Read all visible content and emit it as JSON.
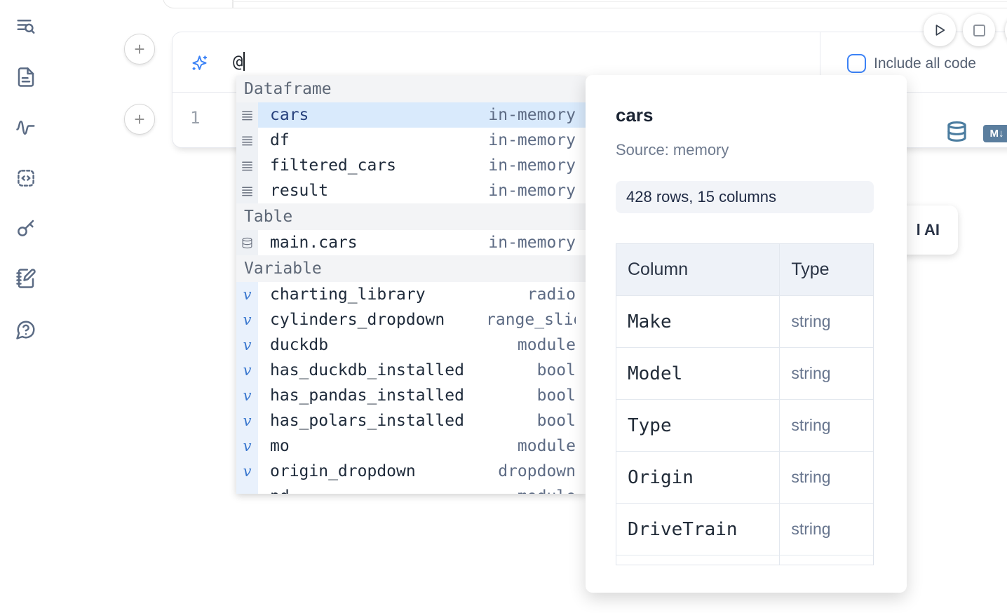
{
  "sidebar": {
    "items": [
      {
        "icon": "toc-search-icon"
      },
      {
        "icon": "file-text-icon"
      },
      {
        "icon": "activity-icon"
      },
      {
        "icon": "code-block-icon"
      },
      {
        "icon": "key-icon"
      },
      {
        "icon": "scratchpad-icon"
      },
      {
        "icon": "help-icon"
      }
    ]
  },
  "toolbar": {
    "run_icon": "play-icon",
    "stop_icon": "stop-icon"
  },
  "add_cell_label": "+",
  "prompt": {
    "value": "@"
  },
  "include_all_code": {
    "label": "Include all code",
    "checked": false
  },
  "cell": {
    "line_number": "1",
    "datasource_icon": "database-icon",
    "markdown_badge": "M↓"
  },
  "autocomplete": {
    "sections": [
      {
        "label": "Dataframe",
        "icon": "dataframe-rows-icon",
        "items": [
          {
            "name": "cars",
            "type": "in-memory",
            "selected": true
          },
          {
            "name": "df",
            "type": "in-memory"
          },
          {
            "name": "filtered_cars",
            "type": "in-memory"
          },
          {
            "name": "result",
            "type": "in-memory"
          }
        ]
      },
      {
        "label": "Table",
        "icon": "database-icon",
        "items": [
          {
            "name": "main.cars",
            "type": "in-memory"
          }
        ]
      },
      {
        "label": "Variable",
        "icon": "variable-icon",
        "items": [
          {
            "name": "charting_library",
            "type": "radio"
          },
          {
            "name": "cylinders_dropdown",
            "type": "range_slider"
          },
          {
            "name": "duckdb",
            "type": "module"
          },
          {
            "name": "has_duckdb_installed",
            "type": "bool"
          },
          {
            "name": "has_pandas_installed",
            "type": "bool"
          },
          {
            "name": "has_polars_installed",
            "type": "bool"
          },
          {
            "name": "mo",
            "type": "module"
          },
          {
            "name": "origin_dropdown",
            "type": "dropdown"
          },
          {
            "name": "pd",
            "type": "module",
            "partial": true
          }
        ]
      }
    ]
  },
  "preview": {
    "title": "cars",
    "source": "Source: memory",
    "shape": "428 rows, 15 columns",
    "table": {
      "headers": [
        "Column",
        "Type"
      ],
      "rows": [
        [
          "Make",
          "string"
        ],
        [
          "Model",
          "string"
        ],
        [
          "Type",
          "string"
        ],
        [
          "Origin",
          "string"
        ],
        [
          "DriveTrain",
          "string"
        ]
      ],
      "has_partial_row": true
    }
  },
  "ai_button": {
    "visible_text": "l AI"
  },
  "colors": {
    "accent": "#3b82f6",
    "selection": "#d9eafc",
    "sidebar_icon": "#5b6b84",
    "datasource_icon": "#4c7da0",
    "markdown_badge_bg": "#5b7e9e"
  }
}
